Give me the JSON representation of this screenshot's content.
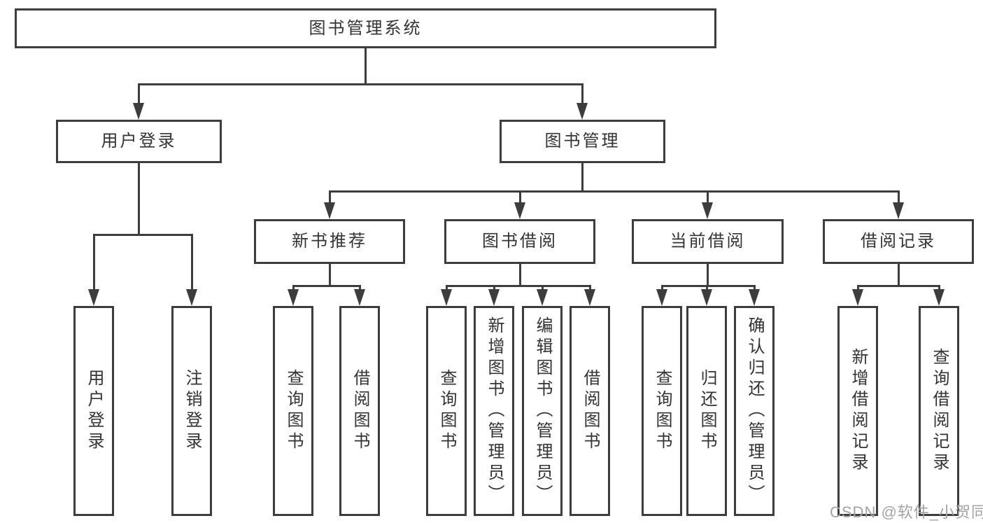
{
  "diagram": {
    "title_node": {
      "label": "图书管理系统"
    },
    "level2": [
      {
        "label": "用户登录"
      },
      {
        "label": "图书管理"
      }
    ],
    "level3": [
      {
        "label": "新书推荐"
      },
      {
        "label": "图书借阅"
      },
      {
        "label": "当前借阅"
      },
      {
        "label": "借阅记录"
      }
    ],
    "leaves": {
      "user_login": [
        {
          "label": "用户登录"
        },
        {
          "label": "注销登录"
        }
      ],
      "new_book_recommend": [
        {
          "label": "查询图书"
        },
        {
          "label": "借阅图书"
        }
      ],
      "book_borrow": [
        {
          "label": "查询图书"
        },
        {
          "label": "新增图书（管理员）"
        },
        {
          "label": "编辑图书（管理员）"
        },
        {
          "label": "借阅图书"
        }
      ],
      "current_borrow": [
        {
          "label": "查询图书"
        },
        {
          "label": "归还图书"
        },
        {
          "label": "确认归还（管理员）"
        }
      ],
      "borrow_record": [
        {
          "label": "新增借阅记录"
        },
        {
          "label": "查询借阅记录"
        }
      ]
    }
  },
  "watermark": {
    "text": "CSDN @软件_小贺同学"
  },
  "colors": {
    "line": "#3d3d3d",
    "box_border": "#3d3d3d",
    "text": "#333333",
    "watermark": "#a3a3a3",
    "background": "#ffffff"
  }
}
